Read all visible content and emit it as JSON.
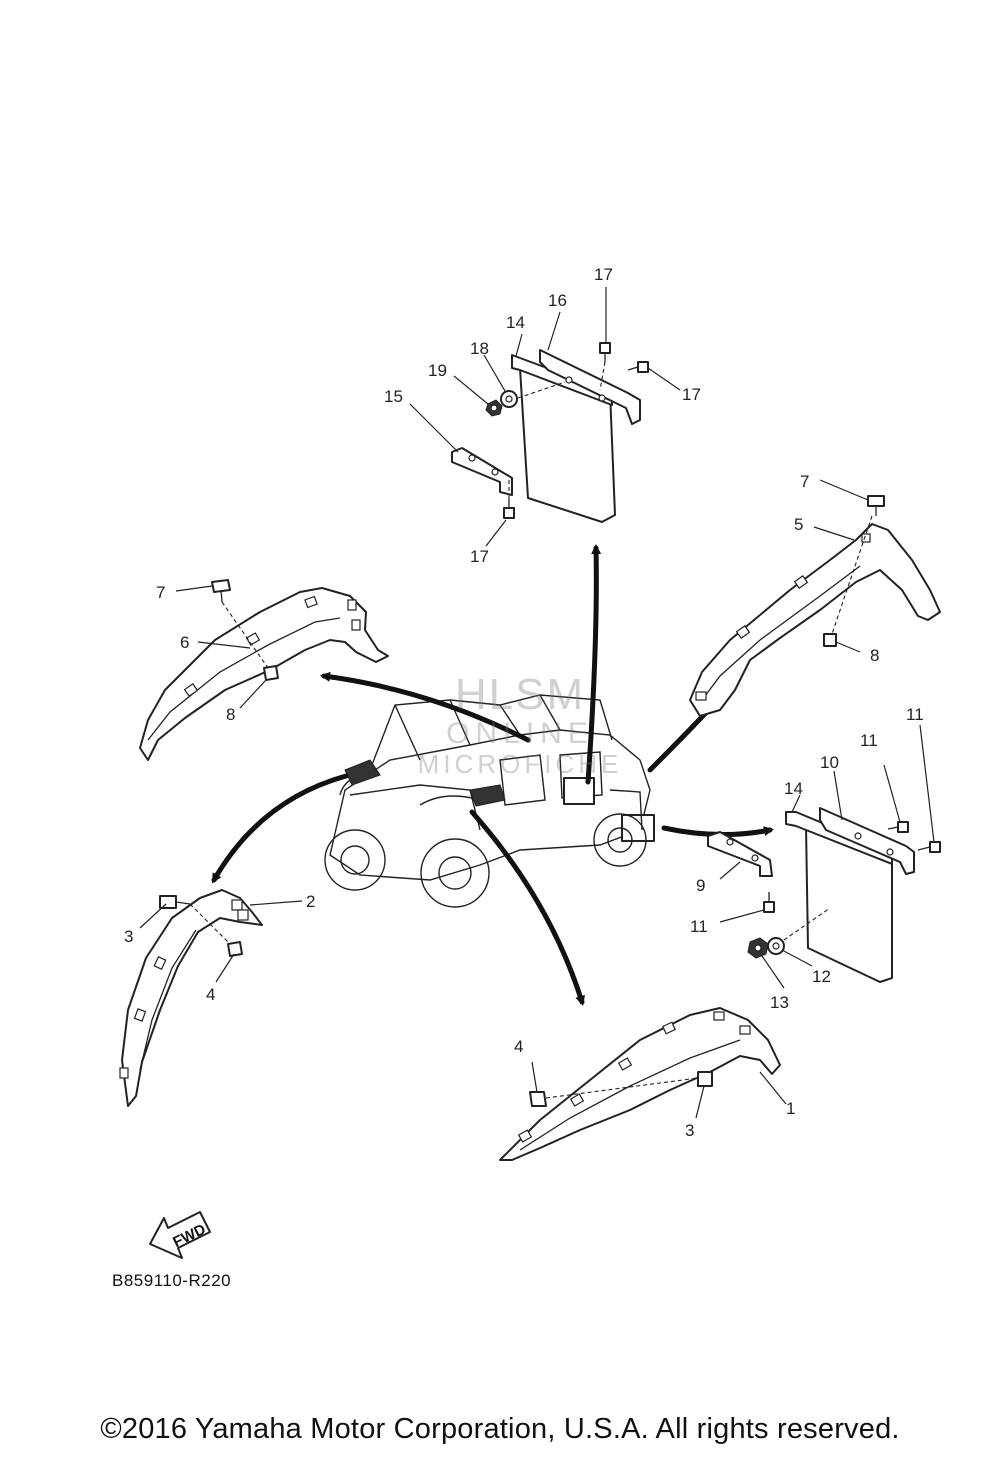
{
  "diagram": {
    "callouts": [
      {
        "label": "1",
        "part": "front-fender-right"
      },
      {
        "label": "2",
        "part": "front-fender-left"
      },
      {
        "label": "3",
        "part": "bolt-front-left"
      },
      {
        "label": "3",
        "part": "bolt-front-right"
      },
      {
        "label": "4",
        "part": "nut-front-left"
      },
      {
        "label": "4",
        "part": "nut-front-right"
      },
      {
        "label": "5",
        "part": "rear-fender-right"
      },
      {
        "label": "6",
        "part": "rear-fender-left"
      },
      {
        "label": "7",
        "part": "screw-rear-left"
      },
      {
        "label": "7",
        "part": "screw-rear-right"
      },
      {
        "label": "8",
        "part": "nut-rear-left"
      },
      {
        "label": "8",
        "part": "nut-rear-right"
      },
      {
        "label": "9",
        "part": "bracket-lower-right"
      },
      {
        "label": "10",
        "part": "bracket-upper-right"
      },
      {
        "label": "11",
        "part": "bolt-right-1"
      },
      {
        "label": "11",
        "part": "bolt-right-2"
      },
      {
        "label": "11",
        "part": "bolt-right-3"
      },
      {
        "label": "12",
        "part": "washer-right"
      },
      {
        "label": "13",
        "part": "nut-right"
      },
      {
        "label": "14",
        "part": "mud-flap-top"
      },
      {
        "label": "14",
        "part": "mud-flap-right"
      },
      {
        "label": "15",
        "part": "bracket-lower-top"
      },
      {
        "label": "16",
        "part": "bracket-upper-top"
      },
      {
        "label": "17",
        "part": "bolt-top-1"
      },
      {
        "label": "17",
        "part": "bolt-top-2"
      },
      {
        "label": "17",
        "part": "bolt-top-3"
      },
      {
        "label": "18",
        "part": "washer-top"
      },
      {
        "label": "19",
        "part": "nut-top"
      }
    ],
    "fwd_label": "FWD",
    "drawing_code": "B859110-R220"
  },
  "watermark": {
    "line1": "HLSM",
    "line2": "ONLINE",
    "line3": "MICROFICHE"
  },
  "footer": {
    "copyright": "©2016 Yamaha Motor Corporation, U.S.A. All rights reserved."
  }
}
